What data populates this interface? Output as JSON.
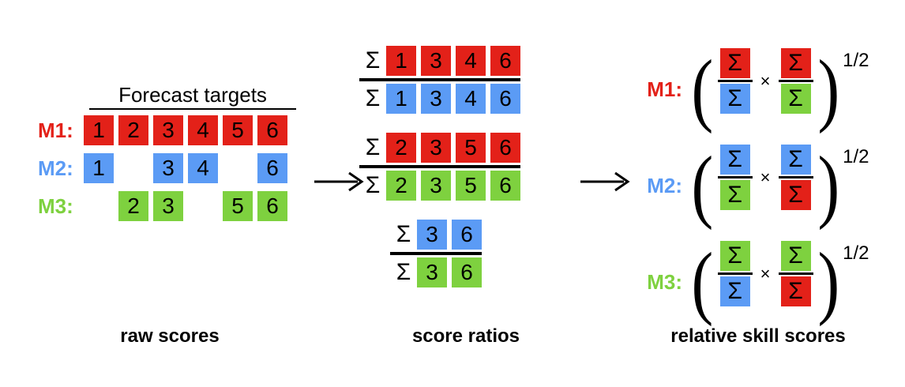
{
  "colors": {
    "red": "#E32119",
    "blue": "#5B9BF5",
    "green": "#7ED13F",
    "black": "#000000",
    "background": "#FFFFFF"
  },
  "symbols": {
    "sigma": "Σ",
    "times": "×",
    "exponent": "1/2",
    "arrow": "→"
  },
  "panel_raw": {
    "caption": "raw scores",
    "heading": "Forecast targets",
    "columns": [
      "1",
      "2",
      "3",
      "4",
      "5",
      "6"
    ],
    "rows": [
      {
        "label": "M1:",
        "color": "red",
        "cells": [
          "1",
          "2",
          "3",
          "4",
          "5",
          "6"
        ]
      },
      {
        "label": "M2:",
        "color": "blue",
        "cells": [
          "1",
          "",
          "3",
          "4",
          "",
          "6"
        ]
      },
      {
        "label": "M3:",
        "color": "green",
        "cells": [
          "",
          "2",
          "3",
          "",
          "5",
          "6"
        ]
      }
    ]
  },
  "panel_ratios": {
    "caption": "score ratios",
    "fractions": [
      {
        "numerator": {
          "sigma": "Σ",
          "color": "red",
          "cells": [
            "1",
            "3",
            "4",
            "6"
          ]
        },
        "denominator": {
          "sigma": "Σ",
          "color": "blue",
          "cells": [
            "1",
            "3",
            "4",
            "6"
          ]
        }
      },
      {
        "numerator": {
          "sigma": "Σ",
          "color": "red",
          "cells": [
            "2",
            "3",
            "5",
            "6"
          ]
        },
        "denominator": {
          "sigma": "Σ",
          "color": "green",
          "cells": [
            "2",
            "3",
            "5",
            "6"
          ]
        }
      },
      {
        "numerator": {
          "sigma": "Σ",
          "color": "blue",
          "cells": [
            "3",
            "6"
          ]
        },
        "denominator": {
          "sigma": "Σ",
          "color": "green",
          "cells": [
            "3",
            "6"
          ]
        }
      }
    ]
  },
  "panel_skill": {
    "caption": "relative skill scores",
    "rows": [
      {
        "label": "M1:",
        "label_color": "red",
        "exponent": "1/2",
        "times": "×",
        "term1": {
          "num_color": "red",
          "den_color": "blue",
          "num": "Σ",
          "den": "Σ"
        },
        "term2": {
          "num_color": "red",
          "den_color": "green",
          "num": "Σ",
          "den": "Σ"
        }
      },
      {
        "label": "M2:",
        "label_color": "blue",
        "exponent": "1/2",
        "times": "×",
        "term1": {
          "num_color": "blue",
          "den_color": "green",
          "num": "Σ",
          "den": "Σ"
        },
        "term2": {
          "num_color": "blue",
          "den_color": "red",
          "num": "Σ",
          "den": "Σ"
        }
      },
      {
        "label": "M3:",
        "label_color": "green",
        "exponent": "1/2",
        "times": "×",
        "term1": {
          "num_color": "green",
          "den_color": "blue",
          "num": "Σ",
          "den": "Σ"
        },
        "term2": {
          "num_color": "green",
          "den_color": "red",
          "num": "Σ",
          "den": "Σ"
        }
      }
    ]
  }
}
